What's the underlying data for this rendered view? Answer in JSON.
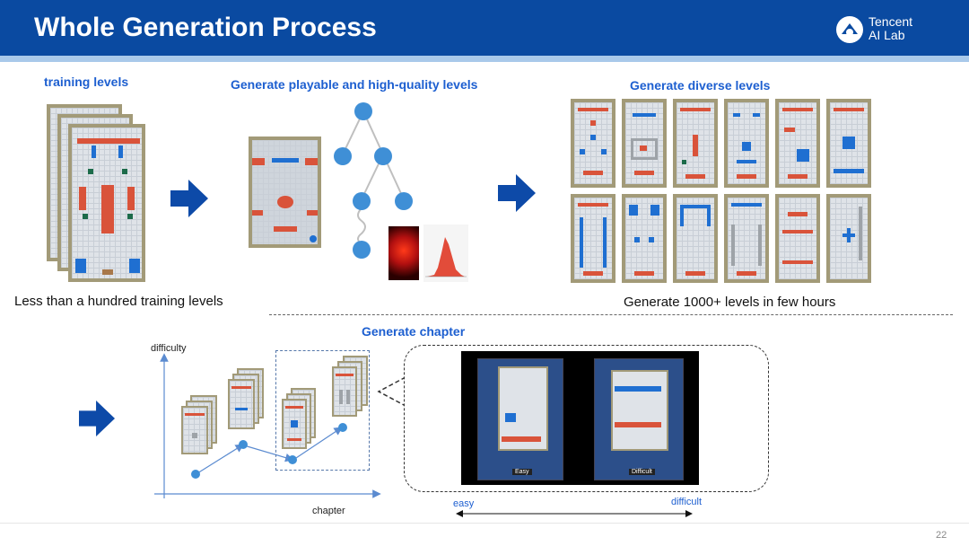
{
  "header": {
    "title": "Whole Generation Process",
    "logo_line1": "Tencent",
    "logo_line2": "AI Lab"
  },
  "sections": {
    "training_levels": "training levels",
    "generate_playable": "Generate playable and high-quality levels",
    "generate_diverse": "Generate diverse levels",
    "generate_chapter": "Generate chapter"
  },
  "captions": {
    "less_than_hundred": "Less than a hundred training levels",
    "generate_1000": "Generate 1000+ levels in few hours"
  },
  "chapter_plot": {
    "ylabel": "difficulty",
    "xlabel": "chapter"
  },
  "phone_labels": {
    "easy": "Easy",
    "difficult": "Difficult"
  },
  "scale": {
    "left": "easy",
    "right": "difficult"
  },
  "page_number": "22",
  "colors": {
    "header_bg": "#0a4aa1",
    "accent_blue": "#1d5fd0",
    "arrow_blue": "#0d4aa8",
    "node_blue": "#3f8fd6"
  }
}
